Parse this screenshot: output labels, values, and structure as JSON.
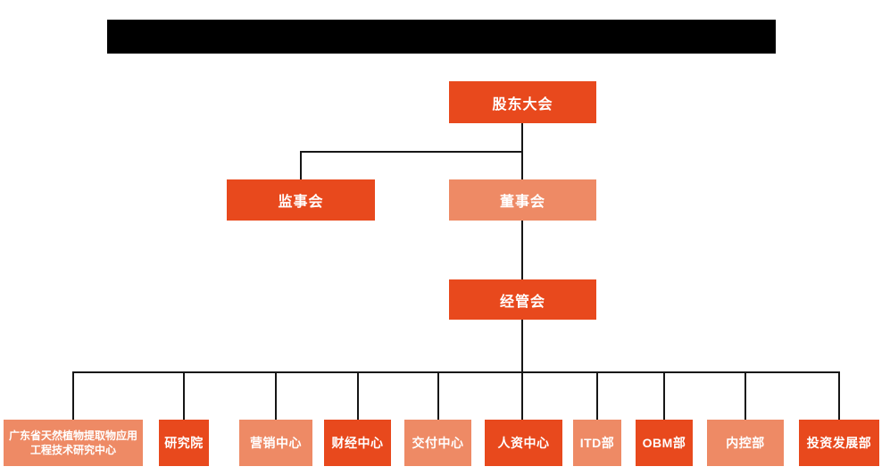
{
  "colors": {
    "primary": "#e8491d",
    "secondary": "#ee8a65",
    "line": "#161616",
    "bar": "#000000",
    "node_text": "#ffffff",
    "background": "#ffffff"
  },
  "header": {
    "redacted_title_bar": true
  },
  "org_chart": {
    "root": {
      "label": "股东大会",
      "variant": "primary"
    },
    "level2": [
      {
        "label": "监事会",
        "variant": "primary"
      },
      {
        "label": "董事会",
        "variant": "secondary"
      }
    ],
    "level3": [
      {
        "label": "经管会",
        "variant": "primary"
      }
    ],
    "departments": [
      {
        "label": "广东省天然植物提取物应用工程技术研究中心",
        "variant": "secondary"
      },
      {
        "label": "研究院",
        "variant": "primary"
      },
      {
        "label": "营销中心",
        "variant": "secondary"
      },
      {
        "label": "财经中心",
        "variant": "primary"
      },
      {
        "label": "交付中心",
        "variant": "secondary"
      },
      {
        "label": "人资中心",
        "variant": "primary"
      },
      {
        "label": "ITD部",
        "variant": "secondary"
      },
      {
        "label": "OBM部",
        "variant": "primary"
      },
      {
        "label": "内控部",
        "variant": "secondary"
      },
      {
        "label": "投资发展部",
        "variant": "primary"
      }
    ]
  }
}
